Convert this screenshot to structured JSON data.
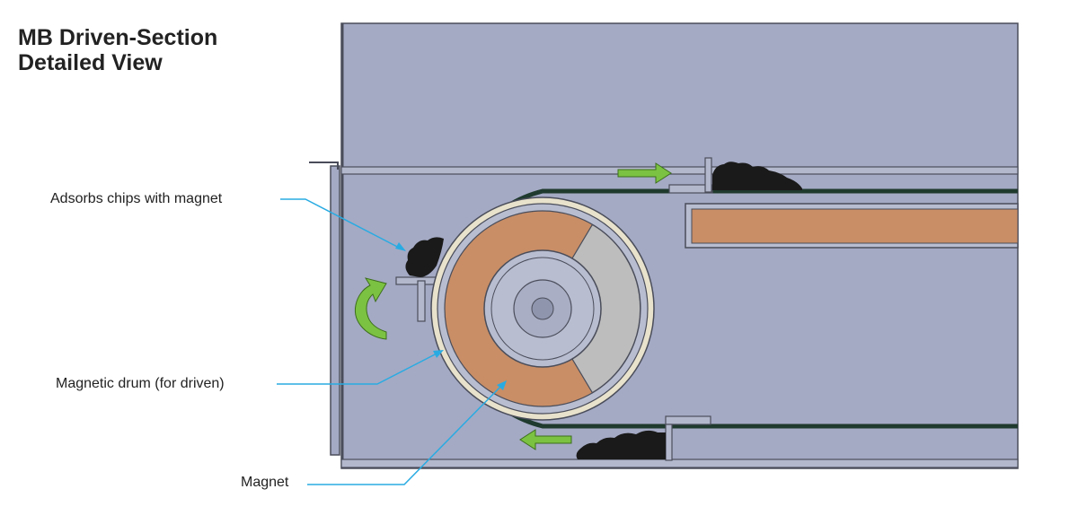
{
  "title": {
    "line1": "MB Driven-Section",
    "line2": "Detailed View"
  },
  "labels": {
    "chips": "Adsorbs chips with magnet",
    "drum": "Magnetic drum (for driven)",
    "magnet": "Magnet"
  },
  "colors": {
    "housing_fill": "#a4aac4",
    "housing_stroke": "#4a4d5a",
    "belt": "#1f3a2e",
    "magnet_fill": "#c98e66",
    "drum_inner": "#b8bdd0",
    "gray_segment": "#bdbdbd",
    "arrow_green": "#7cc242",
    "leader_cyan": "#29abe2",
    "chips": "#1a1a1a"
  }
}
